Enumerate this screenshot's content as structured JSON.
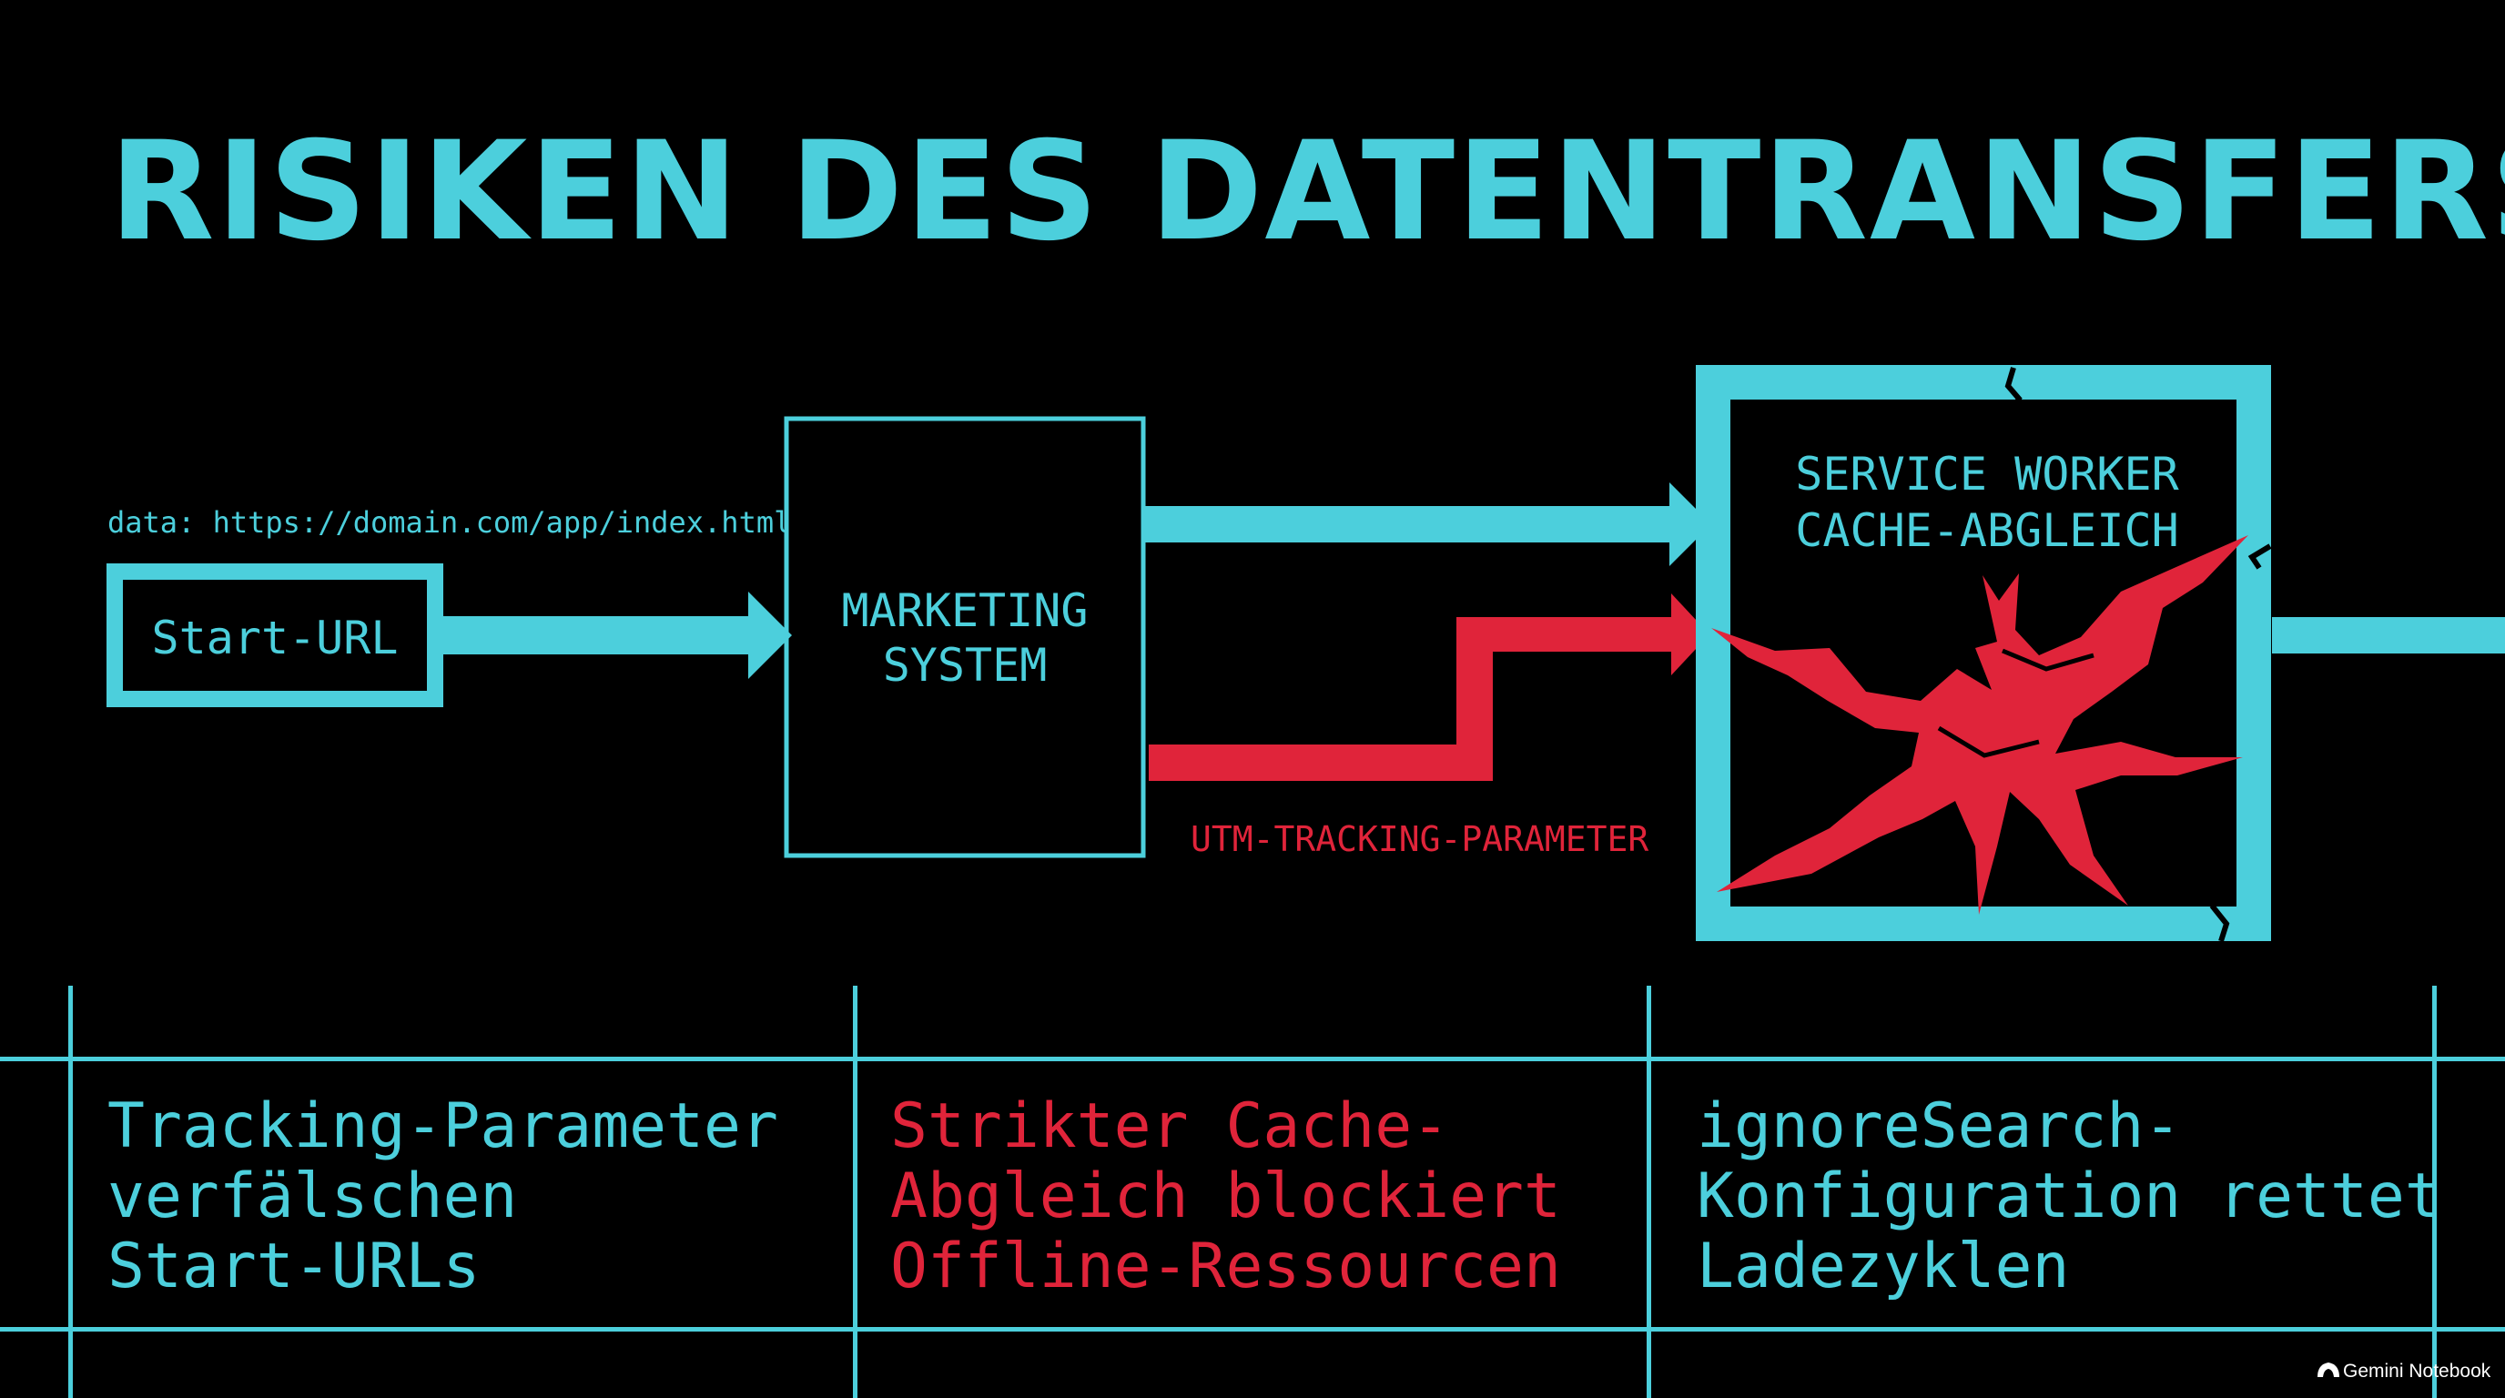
{
  "title": "RISIKEN DES DATENTRANSFERS",
  "diagram": {
    "url_note": "data: https://domain.com/app/index.html",
    "start_box": "Start-URL",
    "marketing_box": [
      "MARKETING",
      "SYSTEM"
    ],
    "service_worker_box": [
      "SERVICE WORKER",
      "CACHE-ABGLEICH"
    ],
    "red_path_label": "UTM-TRACKING-PARAMETER"
  },
  "columns": [
    {
      "lines": [
        "Tracking-Parameter",
        "verfälschen",
        "Start-URLs"
      ],
      "color": "#4ccfdc"
    },
    {
      "lines": [
        "Strikter Cache-",
        "Abgleich blockiert",
        "Offline-Ressourcen"
      ],
      "color": "#e0243a"
    },
    {
      "lines": [
        "ignoreSearch-",
        "Konfiguration rettet",
        "Ladezyklen"
      ],
      "color": "#4ccfdc"
    }
  ],
  "colors": {
    "accent": "#4ccfdc",
    "alert": "#e0243a",
    "background": "#000000"
  },
  "watermark": "Gemini Notebook"
}
